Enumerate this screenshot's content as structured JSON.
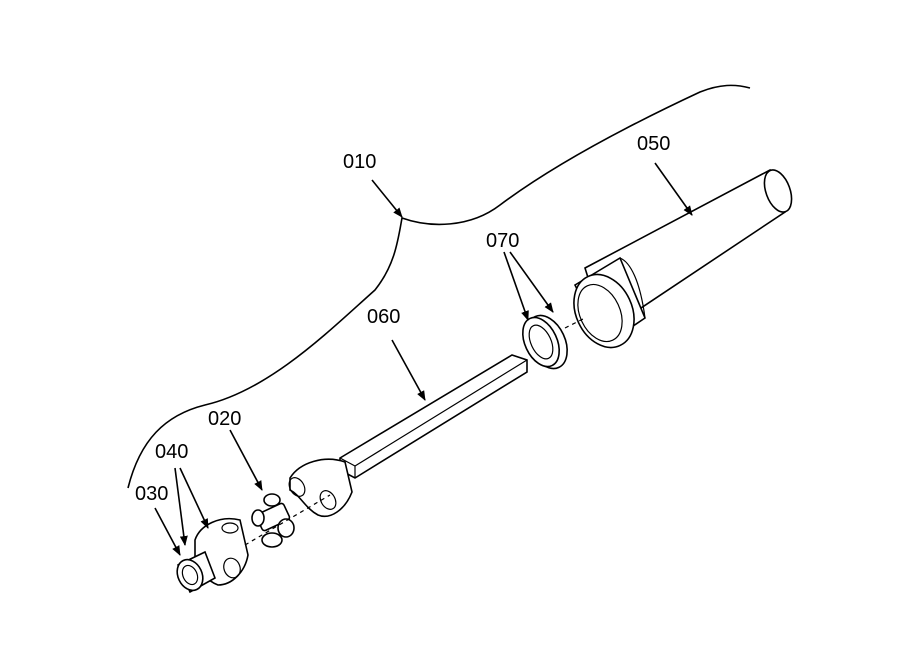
{
  "labels": {
    "p010": "010",
    "p020": "020",
    "p030": "030",
    "p040": "040",
    "p050": "050",
    "p060": "060",
    "p070": "070"
  },
  "colors": {
    "ink": "#000000",
    "paper": "#ffffff"
  }
}
